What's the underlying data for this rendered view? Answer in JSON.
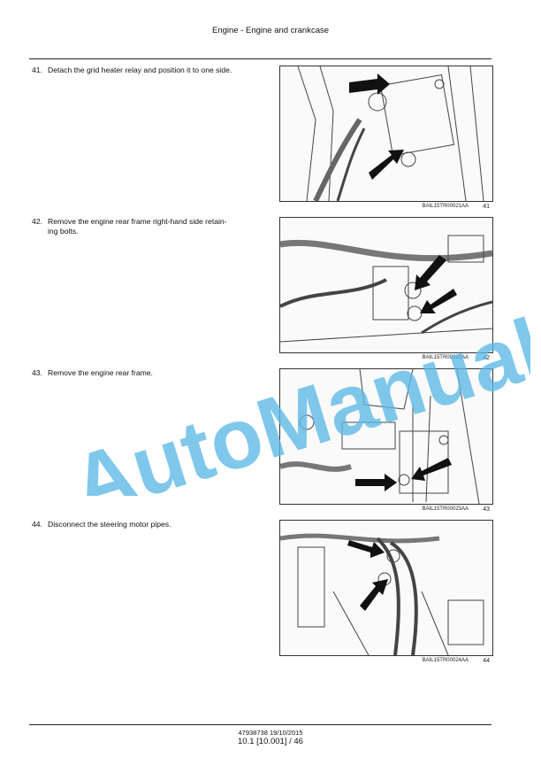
{
  "header": {
    "title": "Engine - Engine and crankcase"
  },
  "steps": [
    {
      "number": "41.",
      "text": "Detach the grid heater relay and position it to one side.",
      "text2": "",
      "figure_code": "BAIL15TR00021AA",
      "figure_number": "41"
    },
    {
      "number": "42.",
      "text": "Remove the engine rear frame right-hand side retain-",
      "text2": "ing bolts.",
      "figure_code": "BAIL15TR00022AA",
      "figure_number": "42"
    },
    {
      "number": "43.",
      "text": "Remove the engine rear frame.",
      "text2": "",
      "figure_code": "BAIL15TR00023AA",
      "figure_number": "43"
    },
    {
      "number": "44.",
      "text": "Disconnect the steering motor pipes.",
      "text2": "",
      "figure_code": "BAIL15TR00024AA",
      "figure_number": "44"
    }
  ],
  "watermark": {
    "text": "AutoManual",
    "color": "#5bb8e6"
  },
  "footer": {
    "doc_ref": "47938738 19/10/2015",
    "page_ref": "10.1 [10.001] / 46"
  }
}
